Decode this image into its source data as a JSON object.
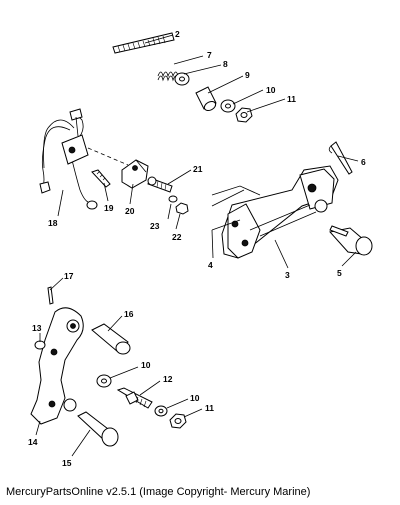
{
  "diagram": {
    "callouts": [
      "2",
      "7",
      "8",
      "9",
      "10",
      "11",
      "6",
      "21",
      "19",
      "18",
      "20",
      "23",
      "22",
      "4",
      "3",
      "5",
      "17",
      "16",
      "13",
      "10",
      "12",
      "10",
      "11",
      "14",
      "15"
    ]
  },
  "footer": {
    "caption": "MercuryPartsOnline v2.5.1 (Image Copyright- Mercury Marine)"
  }
}
